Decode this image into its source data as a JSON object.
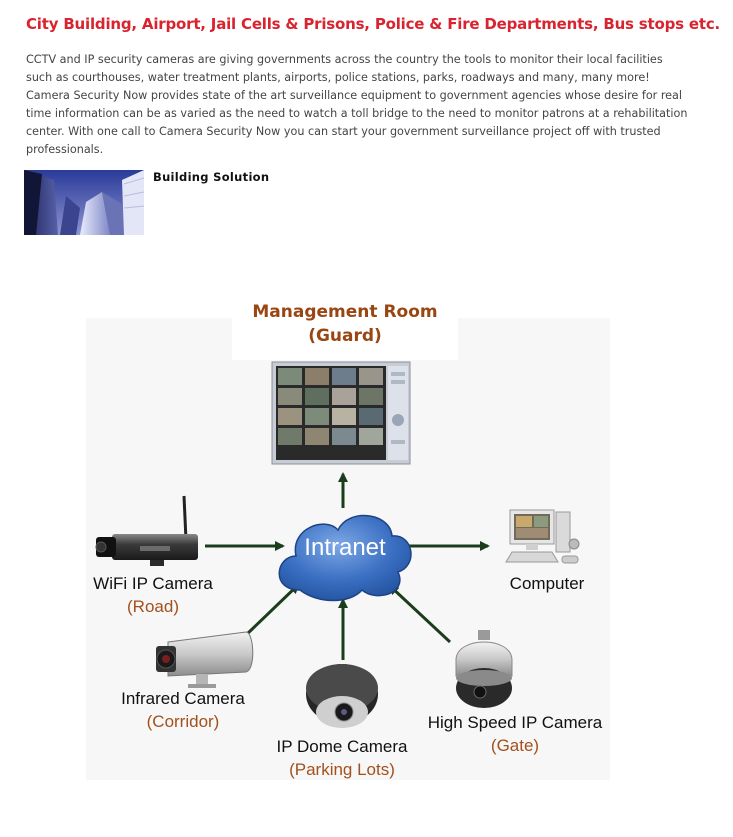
{
  "heading": "City Building, Airport, Jail Cells & Prisons, Police & Fire Departments, Bus stops etc.",
  "intro": "CCTV and IP security cameras are giving governments across the country the tools to monitor their local facilities such as courthouses, water treatment plants, airports, police stations, parks, roadways and many, many more! Camera Security Now provides state of the art surveillance equipment to government agencies whose desire for real time information can be as varied as the need to watch a toll bridge to the need to monitor patrons at a rehabilitation center. With one call to Camera Security Now you can start your government surveillance project off with trusted professionals.",
  "solution_link": "Building Solution",
  "diagram": {
    "management_title": "Management Room",
    "management_sub": "(Guard)",
    "hub": "Intranet",
    "nodes": [
      {
        "label": "WiFi IP Camera",
        "sub": "(Road)"
      },
      {
        "label": "Computer",
        "sub": ""
      },
      {
        "label": "Infrared Camera",
        "sub": "(Corridor)"
      },
      {
        "label": "IP Dome Camera",
        "sub": "(Parking Lots)"
      },
      {
        "label": "High Speed IP Camera",
        "sub": "(Gate)"
      }
    ]
  },
  "colors": {
    "heading": "#d9232e",
    "body_text": "#444444",
    "management_title": "#9a4612",
    "sub_label": "#a2501d",
    "arrow": "#1c3d1c",
    "cloud": "#2f64b8"
  }
}
